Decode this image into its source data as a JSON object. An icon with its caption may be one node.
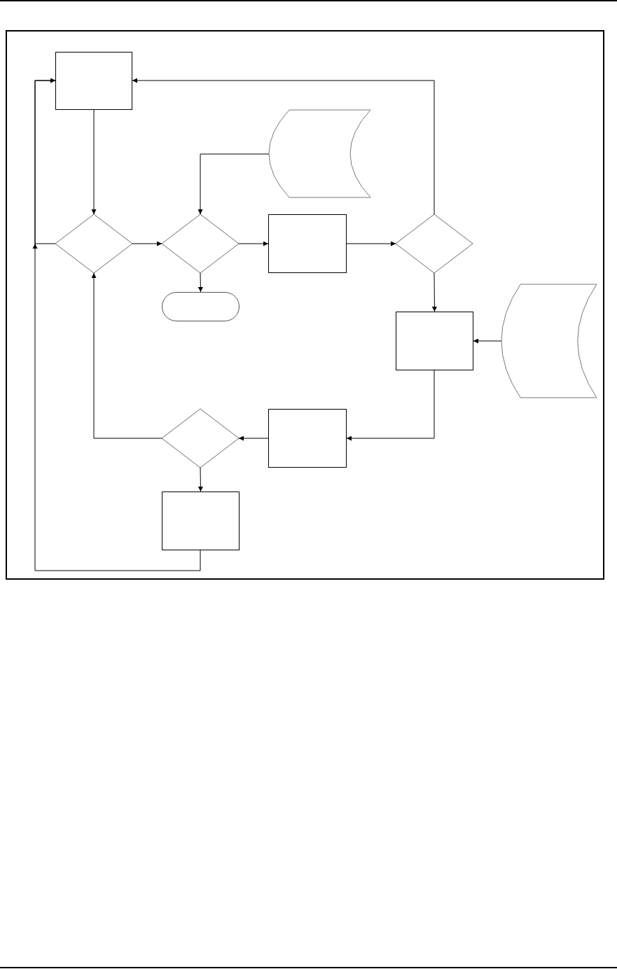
{
  "diagram": {
    "nodes": [
      {
        "text": [],
        "shape": "box"
      },
      {
        "text": [],
        "shape": "storage"
      },
      {
        "text": [],
        "shape": "diamond"
      },
      {
        "text": [],
        "shape": "diamond"
      },
      {
        "text": [],
        "shape": "box"
      },
      {
        "text": [],
        "shape": "diamond"
      },
      {
        "text": [],
        "shape": "terminator"
      },
      {
        "text": [],
        "shape": "storage"
      },
      {
        "text": [],
        "shape": "box"
      },
      {
        "text": [],
        "shape": "box"
      },
      {
        "text": [],
        "shape": "diamond"
      },
      {
        "text": [],
        "shape": "box"
      }
    ],
    "edges": [
      {
        "from": 0,
        "to": 2,
        "arrow": "to"
      },
      {
        "from": 2,
        "to": 3,
        "arrow": "to"
      },
      {
        "from": 3,
        "to": 4,
        "arrow": "to"
      },
      {
        "from": 4,
        "to": 5,
        "arrow": "to"
      },
      {
        "from": 1,
        "to": 3,
        "arrow": "to"
      },
      {
        "from": 3,
        "to": 6,
        "arrow": "to"
      },
      {
        "from": 5,
        "to": 0,
        "arrow": "to"
      },
      {
        "from": 5,
        "to": 8,
        "arrow": "to"
      },
      {
        "from": 7,
        "to": 8,
        "arrow": "to"
      },
      {
        "from": 8,
        "to": 9,
        "arrow": "to"
      },
      {
        "from": 9,
        "to": 10,
        "arrow": "to"
      },
      {
        "from": 10,
        "to": 2,
        "arrow": "to"
      },
      {
        "from": 11,
        "to": 0,
        "arrow": "to"
      },
      {
        "from": 2,
        "to": 0,
        "arrow": "to"
      },
      {
        "from": 10,
        "to": 11,
        "arrow": "to"
      }
    ]
  }
}
